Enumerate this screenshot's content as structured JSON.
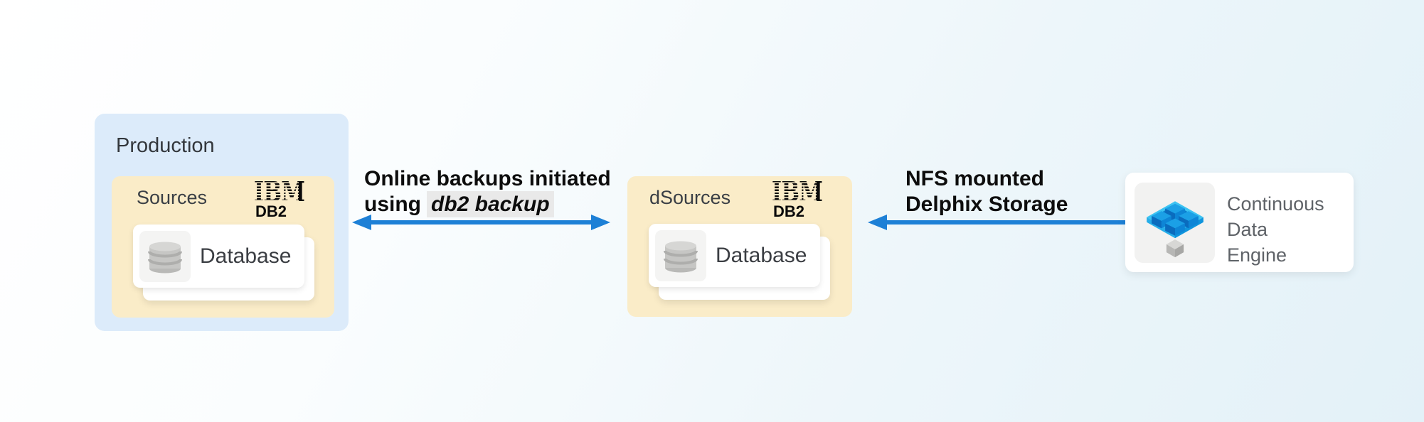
{
  "colors": {
    "arrow_blue": "#1d80d6",
    "production_bg": "#dcebfa",
    "sources_bg": "#faecc8",
    "highlight_bg": "#e9e9e9",
    "engine_icon_blue": "#1ba0e6",
    "ibm_logo_black": "#0a0a0a"
  },
  "production": {
    "title": "Production",
    "sources": {
      "label": "Sources",
      "vendor": {
        "brand": "IBM",
        "product": "DB2"
      },
      "database": {
        "label": "Database",
        "icon": "database-cylinder-icon"
      }
    }
  },
  "dsources": {
    "label": "dSources",
    "vendor": {
      "brand": "IBM",
      "product": "DB2"
    },
    "database": {
      "label": "Database",
      "icon": "database-cylinder-icon"
    }
  },
  "backup_arrow": {
    "direction": "bidirectional",
    "label_line1": "Online backups initiated",
    "label_line2_prefix": "using",
    "label_line2_command": "db2 backup"
  },
  "nfs_arrow": {
    "direction": "left",
    "label_line1": "NFS mounted",
    "label_line2": "Delphix Storage"
  },
  "engine": {
    "icon": "delphix-continuous-data-engine-icon",
    "label_lines": [
      "Continuous",
      "Data",
      "Engine"
    ]
  }
}
